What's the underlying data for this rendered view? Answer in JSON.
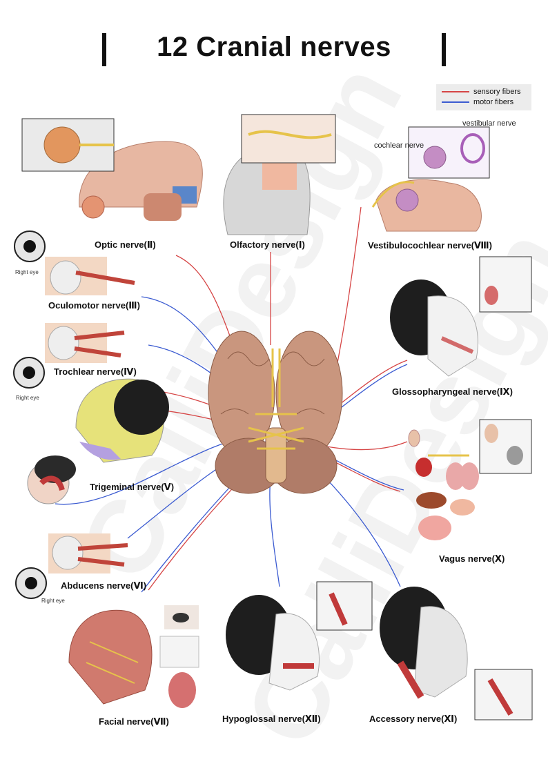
{
  "title": "12 Cranial nerves",
  "legend": {
    "sensory": {
      "label": "sensory fibers",
      "color": "#d64545"
    },
    "motor": {
      "label": "motor fibers",
      "color": "#3b5bd1"
    }
  },
  "watermark": "CalliDesign",
  "nerves": {
    "optic": "Optic nerve(Ⅱ)",
    "olfactory": "Olfactory nerve(Ⅰ)",
    "vestibulocochlear": "Vestibulocochlear nerve(Ⅷ)",
    "oculomotor": "Oculomotor nerve(Ⅲ)",
    "trochlear": "Trochlear nerve(Ⅳ)",
    "trigeminal": "Trigeminal nerve(Ⅴ)",
    "abducens": "Abducens nerve(Ⅵ)",
    "facial": "Facial nerve(Ⅶ)",
    "hypoglossal": "Hypoglossal nerve(Ⅻ)",
    "accessory": "Accessory nerve(Ⅺ)",
    "glossopharyngeal": "Glossopharyngeal nerve(Ⅸ)",
    "vagus": "Vagus nerve(Ⅹ)"
  },
  "notes": {
    "vestibular": "vestibular nerve",
    "cochlear": "cochlear nerve",
    "right_eye": "Right eye"
  }
}
